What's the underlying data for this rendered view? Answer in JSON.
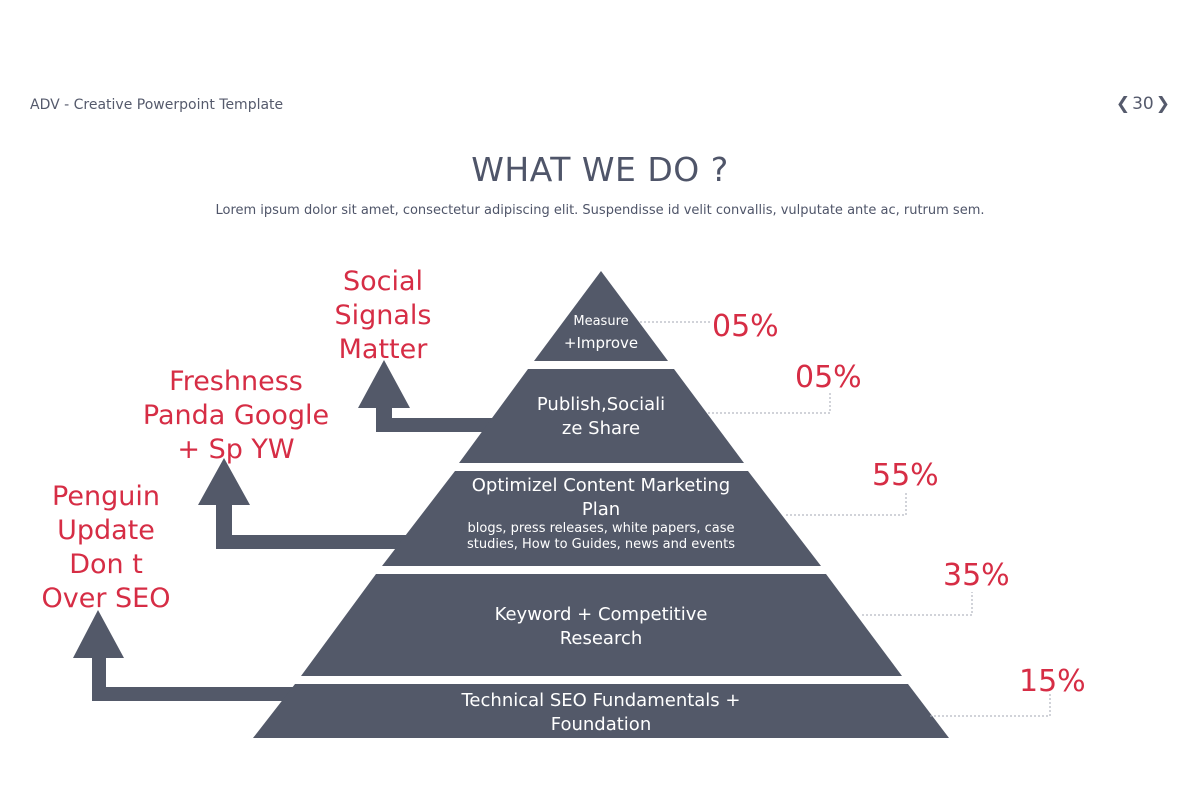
{
  "header": {
    "template_name": "ADV - Creative Powerpoint Template",
    "page_number": "30",
    "prev_icon": "chevron-left-icon",
    "next_icon": "chevron-right-icon"
  },
  "slide": {
    "title": "WHAT WE DO ?",
    "subtitle": "Lorem ipsum dolor sit amet, consectetur adipiscing elit. Suspendisse id velit convallis, vulputate ante ac, rutrum sem."
  },
  "colors": {
    "pyramid": "#535969",
    "accent": "#d62d45",
    "text": "#4f5569"
  },
  "pyramid": {
    "levels": [
      {
        "lines": [
          "Measure",
          "+Improve"
        ],
        "percent": "05%"
      },
      {
        "lines": [
          "Publish,Sociali",
          "ze Share"
        ],
        "percent": "05%"
      },
      {
        "lines": [
          "Optimizel Content Marketing",
          "Plan"
        ],
        "detail": [
          "blogs, press releases, white papers, case",
          "studies, How to Guides, news and events"
        ],
        "percent": "55%"
      },
      {
        "lines": [
          "Keyword + Competitive",
          "Research"
        ],
        "percent": "35%"
      },
      {
        "lines": [
          "Technical SEO Fundamentals +",
          "Foundation"
        ],
        "percent": "15%"
      }
    ]
  },
  "callouts": [
    {
      "lines": [
        "Social",
        "Signals",
        "Matter"
      ]
    },
    {
      "lines": [
        "Freshness",
        "Panda Google",
        "+ Sp YW"
      ]
    },
    {
      "lines": [
        "Penguin",
        "Update",
        "Don t",
        "Over SEO"
      ]
    }
  ]
}
